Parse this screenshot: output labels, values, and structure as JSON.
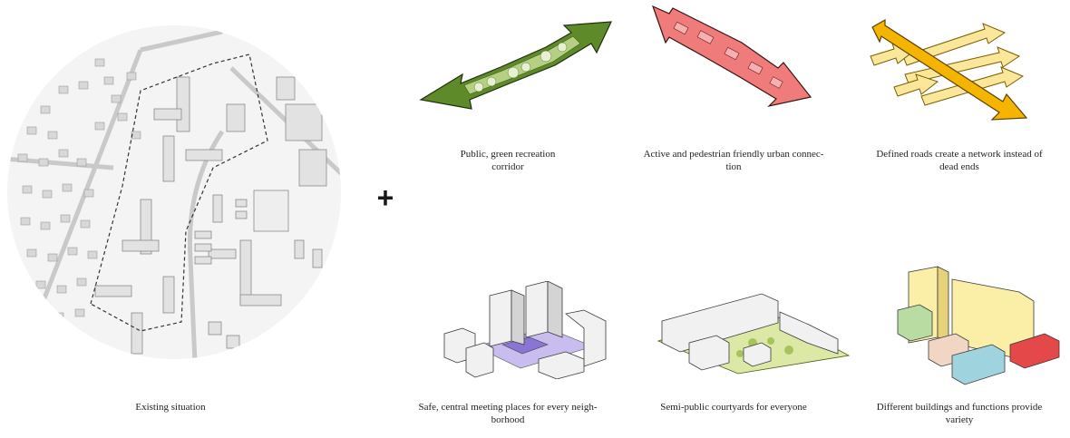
{
  "existing": {
    "caption": "Existing situation"
  },
  "plus_sign": "+",
  "concepts": {
    "green_corridor": {
      "line1": "Public, green recreation",
      "line2": "corridor"
    },
    "urban_connection": {
      "line1": "Active and pedestrian friendly urban connec-",
      "line2": "tion"
    },
    "road_network": {
      "line1": "Defined roads create a network instead of",
      "line2": "dead ends"
    },
    "meeting_places": {
      "line1": "Safe, central meeting places for every neigh-",
      "line2": "borhood"
    },
    "courtyards": {
      "line1": "Semi-public courtyards for everyone",
      "line2": ""
    },
    "variety": {
      "line1": "Different buildings and functions provide",
      "line2": "variety"
    }
  },
  "colors": {
    "green": "#5e8a2a",
    "green_light": "#b6cf84",
    "pink": "#ef7b7b",
    "yellow": "#f5b400",
    "yellow_light": "#fbe79a",
    "purple": "#a99ad8",
    "blue": "#7ec4d0",
    "red": "#e54848"
  }
}
